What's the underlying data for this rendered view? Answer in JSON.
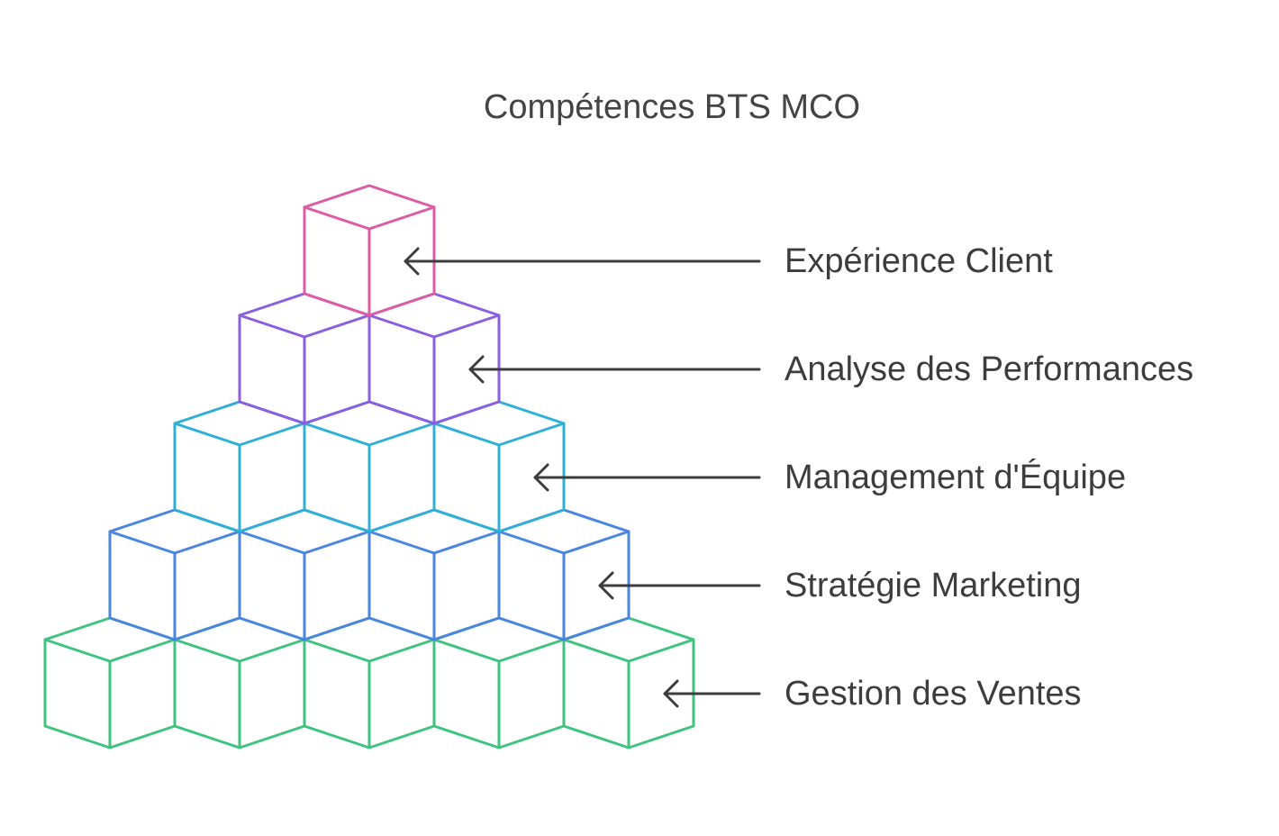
{
  "title": "Compétences BTS MCO",
  "levels": [
    {
      "label": "Expérience Client",
      "color": "#de5ca5",
      "cubes": 1
    },
    {
      "label": "Analyse des Performances",
      "color": "#8a5fe2",
      "cubes": 2
    },
    {
      "label": "Management d'Équipe",
      "color": "#2fb0d6",
      "cubes": 3
    },
    {
      "label": "Stratégie Marketing",
      "color": "#4a86e0",
      "cubes": 4
    },
    {
      "label": "Gestion des Ventes",
      "color": "#3fc47f",
      "cubes": 5
    }
  ],
  "arrow_color": "#3d3d3d"
}
